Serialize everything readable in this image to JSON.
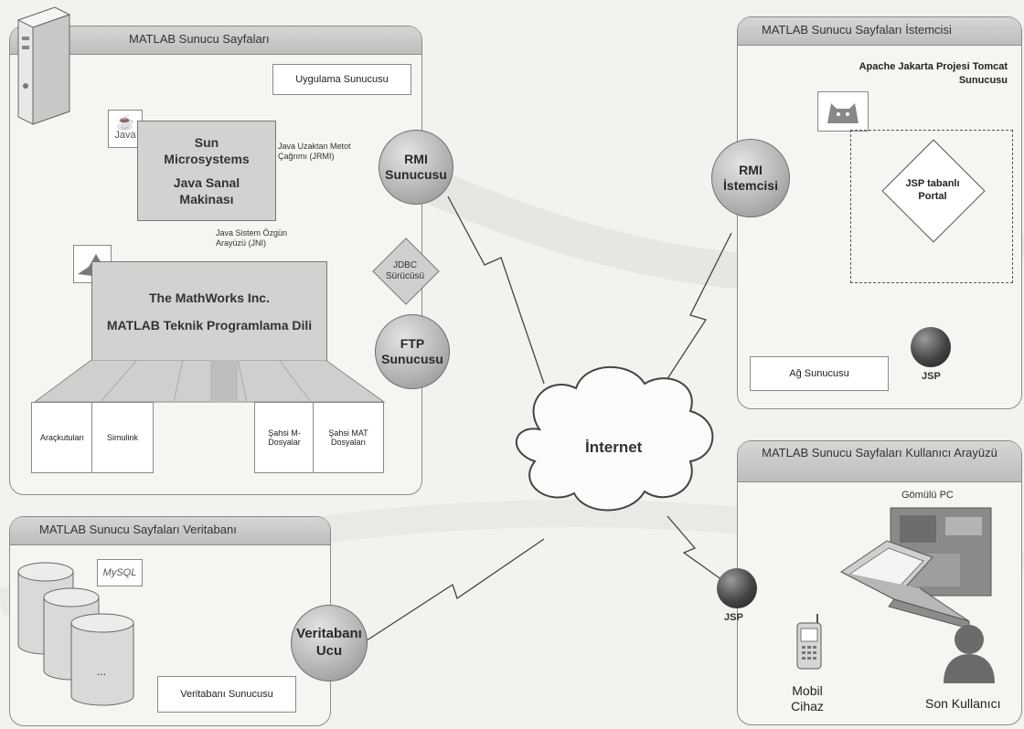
{
  "server_panel": {
    "title": "MATLAB Sunucu Sayfaları",
    "app_server": "Uygulama Sunucusu",
    "jvm_line1": "Sun Microsystems",
    "jvm_line2": "Java Sanal Makinası",
    "java_icon": "Java",
    "jrmi": "Java Uzaktan Metot Çağrımı (JRMI)",
    "jni": "Java Sistem Özgün Arayüzü (JNI)",
    "mathworks_line1": "The MathWorks Inc.",
    "mathworks_line2": "MATLAB Teknik Programlama Dili",
    "toolboxes": "Araçkutuları",
    "simulink": "Simulink",
    "m_files": "Şahsi M-Dosyalar",
    "mat_files": "Şahsi MAT Dosyaları",
    "rmi_server": "RMI Sunucusu",
    "jdbc": "JDBC Sürücüsü",
    "ftp": "FTP Sunucusu"
  },
  "db_panel": {
    "title": "MATLAB Sunucu Sayfaları Veritabanı",
    "mysql": "MySQL",
    "dots": "...",
    "db_server": "Veritabanı Sunucusu",
    "db_end": "Veritabanı Ucu"
  },
  "client_panel": {
    "title": "MATLAB Sunucu Sayfaları İstemcisi",
    "tomcat": "Apache Jakarta Projesi Tomcat Sunucusu",
    "jsp_portal": "JSP tabanlı Portal",
    "rmi_client": "RMI İstemcisi",
    "net_server": "Ağ Sunucusu",
    "jsp": "JSP"
  },
  "ui_panel": {
    "title": "MATLAB Sunucu Sayfaları Kullanıcı Arayüzü",
    "embedded_pc": "Gömülü PC",
    "jsp": "JSP",
    "mobile": "Mobil Cihaz",
    "end_user": "Son Kullanıcı"
  },
  "internet": "İnternet"
}
